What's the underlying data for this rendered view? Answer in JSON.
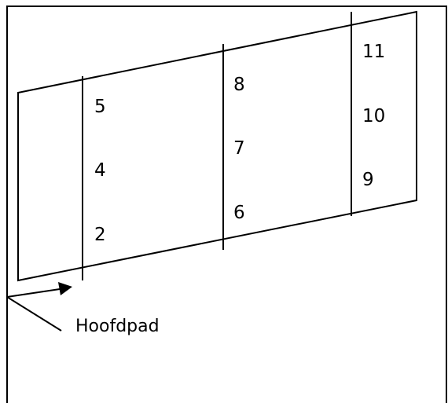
{
  "diagram": {
    "aisles": [
      {
        "labels": [
          "5",
          "4",
          "2"
        ]
      },
      {
        "labels": [
          "8",
          "7",
          "6"
        ]
      },
      {
        "labels": [
          "11",
          "10",
          "9"
        ]
      }
    ],
    "main_path_label": "Hoofdpad"
  }
}
